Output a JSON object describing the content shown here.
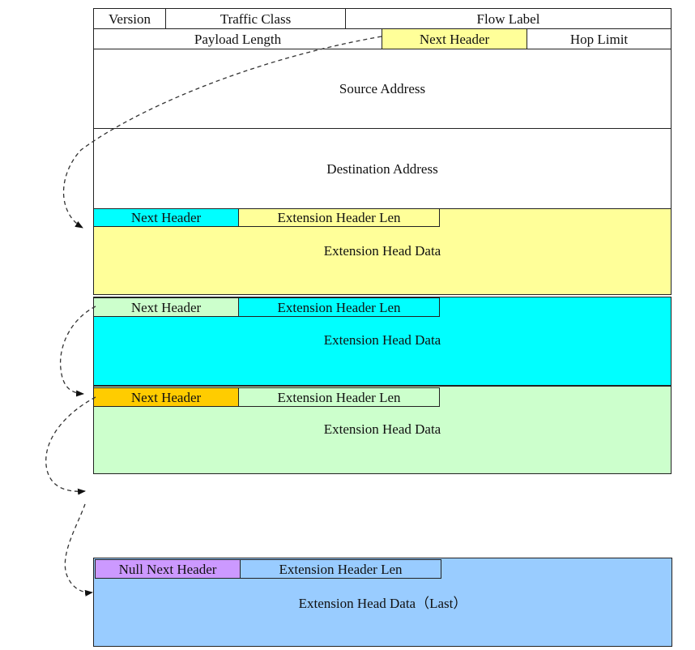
{
  "ipv6_header": {
    "version": "Version",
    "traffic_class": "Traffic Class",
    "flow_label": "Flow Label",
    "payload_length": "Payload Length",
    "next_header": "Next Header",
    "hop_limit": "Hop Limit",
    "source_address": "Source Address",
    "destination_address": "Destination Address"
  },
  "extension_headers": [
    {
      "next_header": "Next Header",
      "header_len": "Extension Header Len",
      "data": "Extension Head Data"
    },
    {
      "next_header": "Next Header",
      "header_len": "Extension Header Len",
      "data": "Extension Head Data"
    },
    {
      "next_header": "Next Header",
      "header_len": "Extension Header Len",
      "data": "Extension Head Data"
    },
    {
      "next_header": "Null Next Header",
      "header_len": "Extension Header Len",
      "data": "Extension Head Data（Last）"
    }
  ],
  "colors": {
    "yellow": "#ffff99",
    "cyan": "#00ffff",
    "light_green": "#ccffcc",
    "orange": "#ffcc00",
    "purple": "#cc99ff",
    "light_blue": "#99ccff",
    "white": "#ffffff"
  }
}
